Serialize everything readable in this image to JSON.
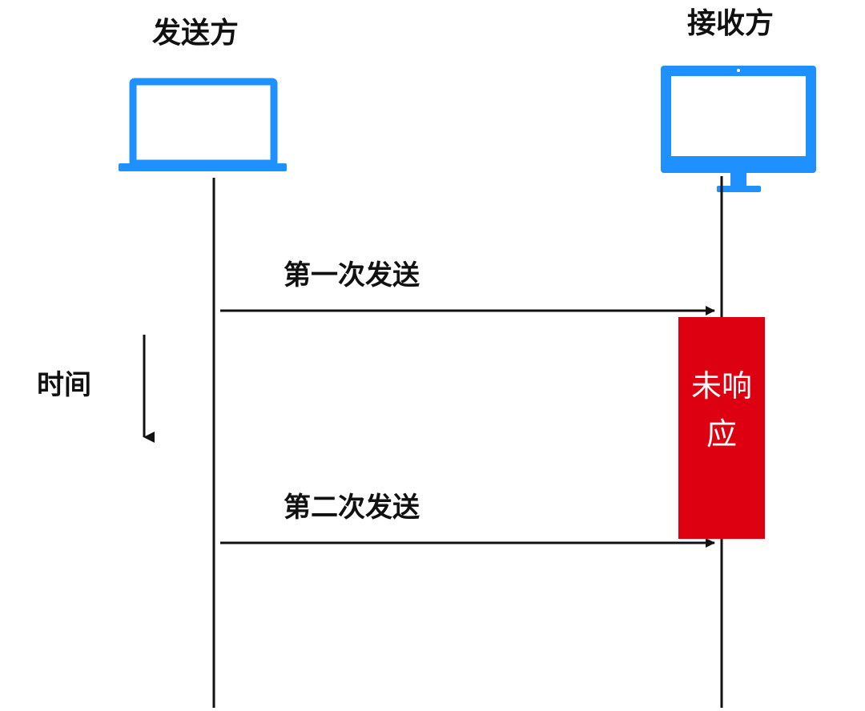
{
  "diagram": {
    "sender_title": "发送方",
    "receiver_title": "接收方",
    "time_label": "时间",
    "messages": [
      {
        "label": "第一次发送"
      },
      {
        "label": "第二次发送"
      }
    ],
    "no_response_label": "未响应",
    "colors": {
      "device_blue": "#1e90ff",
      "alert_red": "#dd0011",
      "line_black": "#111111"
    },
    "icons": {
      "sender": "laptop-icon",
      "receiver": "monitor-icon"
    }
  }
}
